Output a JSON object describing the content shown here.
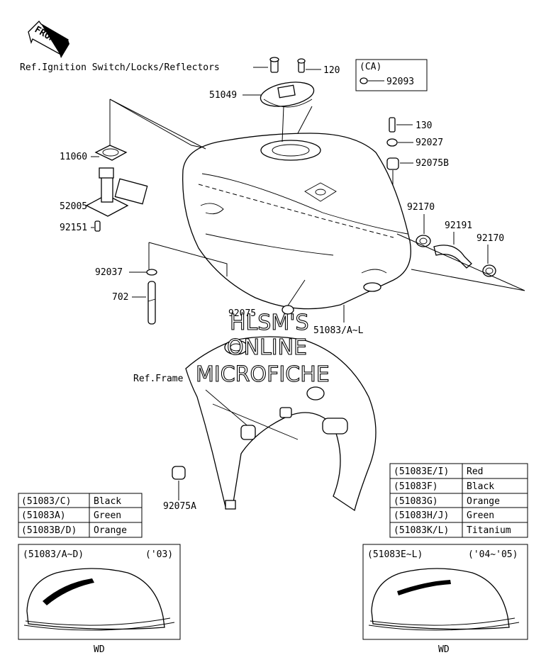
{
  "front_badge": "FRONT",
  "ref_labels": {
    "ignition": "Ref.Ignition Switch/Locks/Reflectors",
    "frame": "Ref.Frame"
  },
  "ca_box": {
    "title": "(CA)",
    "part": "92093"
  },
  "parts": {
    "p120": "120",
    "p51049": "51049",
    "p11060": "11060",
    "p52005": "52005",
    "p92151": "92151",
    "p130": "130",
    "p92027": "92027",
    "p92075b": "92075B",
    "p92170a": "92170",
    "p92191": "92191",
    "p92170b": "92170",
    "p92037": "92037",
    "p702": "702",
    "p92075": "92075",
    "p51083": "51083/A~L",
    "p92075a": "92075A"
  },
  "watermark": [
    "HLSM'S",
    "ONLINE",
    "MICROFICHE"
  ],
  "color_table_left": [
    {
      "code": "(51083/C)",
      "color": "Black"
    },
    {
      "code": "(51083A)",
      "color": "Green"
    },
    {
      "code": "(51083B/D)",
      "color": "Orange"
    }
  ],
  "color_table_right": [
    {
      "code": "(51083E/I)",
      "color": "Red"
    },
    {
      "code": "(51083F)",
      "color": "Black"
    },
    {
      "code": "(51083G)",
      "color": "Orange"
    },
    {
      "code": "(51083H/J)",
      "color": "Green"
    },
    {
      "code": "(51083K/L)",
      "color": "Titanium"
    }
  ],
  "variant_left": {
    "code": "(51083/A~D)",
    "year": "('03)",
    "footer": "WD"
  },
  "variant_right": {
    "code": "(51083E~L)",
    "year": "('04~'05)",
    "footer": "WD"
  }
}
